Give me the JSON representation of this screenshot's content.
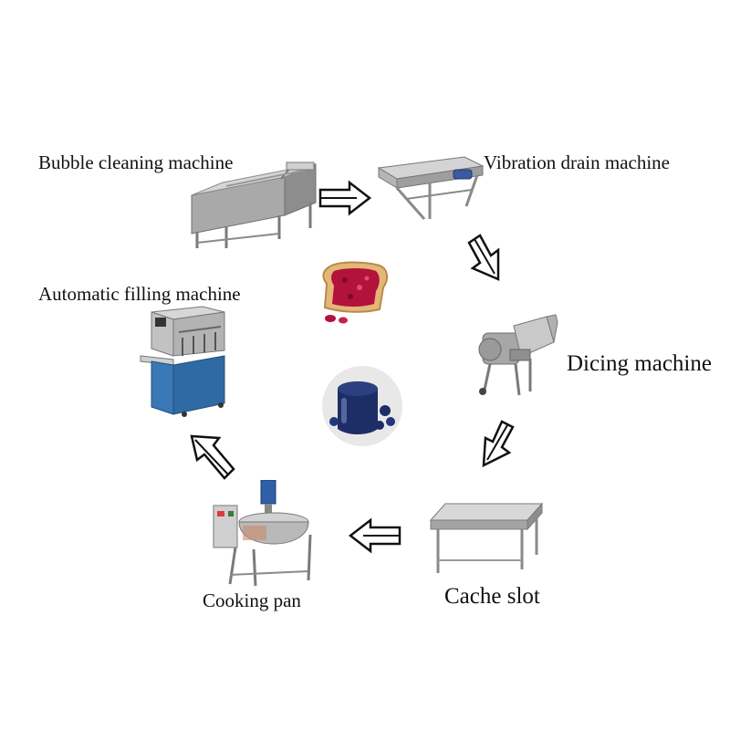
{
  "steps": {
    "bubble": "Bubble cleaning machine",
    "vibration": "Vibration drain machine",
    "dicing": "Dicing machine",
    "cache": "Cache slot",
    "cooking": "Cooking pan",
    "filling": "Automatic filling machine"
  },
  "colors": {
    "steel": "#bdbdbd",
    "steel_dark": "#7d7d7d",
    "cabinet_blue": "#3a78b5",
    "motor_blue": "#2f5fa8",
    "jam_red": "#b3123a",
    "blueberry": "#1d2e66",
    "bread": "#e3b777",
    "arrow": "#111111"
  },
  "icons": [
    "arrow-right-icon",
    "arrow-down-left-icon",
    "arrow-left-icon",
    "arrow-up-left-icon"
  ]
}
